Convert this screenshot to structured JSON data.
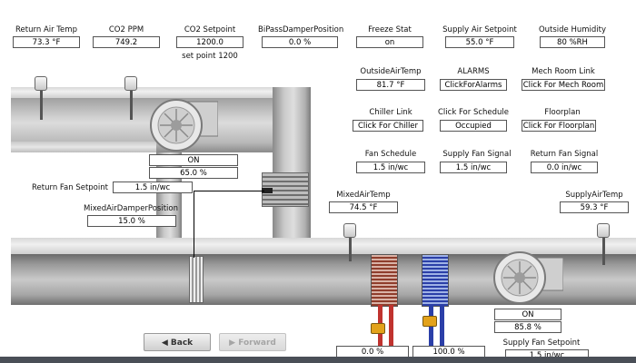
{
  "top_points": {
    "return_air_temp": {
      "label": "Return Air Temp",
      "value": "73.3 °F"
    },
    "co2_ppm": {
      "label": "CO2 PPM",
      "value": "749.2"
    },
    "co2_setpoint": {
      "label": "CO2 Setpoint",
      "value": "1200.0",
      "note": "set point 1200"
    },
    "bypass_damper": {
      "label": "BiPassDamperPosition",
      "value": "0.0 %"
    },
    "freeze_stat": {
      "label": "Freeze Stat",
      "value": "on"
    },
    "supply_air_setpoint": {
      "label": "Supply Air Setpoint",
      "value": "55.0 °F"
    },
    "outside_humidity": {
      "label": "Outside Humidity",
      "value": "80 %RH"
    }
  },
  "right_points": {
    "outside_air_temp": {
      "label": "OutsideAirTemp",
      "value": "81.7 °F"
    },
    "alarms": {
      "label": "ALARMS",
      "value": "ClickForAlarms"
    },
    "mech_room_link": {
      "label": "Mech Room Link",
      "value": "Click For Mech Room"
    },
    "chiller_link": {
      "label": "Chiller Link",
      "value": "Click For Chiller"
    },
    "click_for_schedule": {
      "label": "Click For Schedule",
      "value": "Occupied"
    },
    "floorplan": {
      "label": "Floorplan",
      "value": "Click For Floorplan"
    },
    "fan_schedule": {
      "label": "Fan Schedule",
      "value": "1.5 in/wc"
    },
    "supply_fan_signal": {
      "label": "Supply Fan Signal",
      "value": "1.5 in/wc"
    },
    "return_fan_signal": {
      "label": "Return Fan Signal",
      "value": "0.0 in/wc"
    }
  },
  "return_fan": {
    "status": "ON",
    "speed": "65.0 %"
  },
  "return_fan_setpoint": {
    "label": "Return Fan Setpoint",
    "value": "1.5 in/wc"
  },
  "mixed_air_damper": {
    "label": "MixedAirDamperPosition",
    "value": "15.0 %"
  },
  "mixed_air_temp": {
    "label": "MixedAirTemp",
    "value": "74.5 °F"
  },
  "supply_air_temp": {
    "label": "SupplyAirTemp",
    "value": "59.3 °F"
  },
  "supply_fan": {
    "status": "ON",
    "speed": "85.8 %"
  },
  "supply_fan_setpoint": {
    "label": "Supply Fan Setpoint",
    "value": "1.5 in/wc"
  },
  "valves": {
    "heating": "0.0 %",
    "cooling": "100.0 %"
  },
  "nav": {
    "back": "Back",
    "forward": "Forward"
  },
  "colors": {
    "hot_water": "#c0332f",
    "chilled_water": "#2b3fa8",
    "valve": "#e3a21b"
  }
}
